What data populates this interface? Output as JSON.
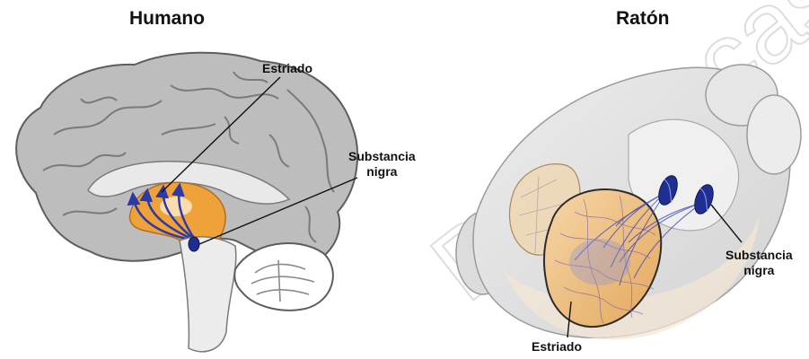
{
  "panels": {
    "human": {
      "title": "Humano",
      "labels": {
        "striatum": "Estriado",
        "substantia_nigra_line1": "Substancia",
        "substantia_nigra_line2": "nigra"
      }
    },
    "mouse": {
      "title": "Ratón",
      "labels": {
        "striatum": "Estriado",
        "substantia_nigra_line1": "Substancia",
        "substantia_nigra_line2": "nigra"
      }
    }
  },
  "watermark": "Bibliotecas U",
  "colors": {
    "striatum": "#f0a23a",
    "substantia_nigra": "#1f2f8f",
    "pathway": "#3b46b8",
    "cortex_gray": "#b9b9b9",
    "mouse_brain": "#e3e3e3"
  },
  "icons": {
    "human_brain": "human-brain-sagittal-illustration",
    "mouse_brain": "mouse-brain-illustration"
  }
}
